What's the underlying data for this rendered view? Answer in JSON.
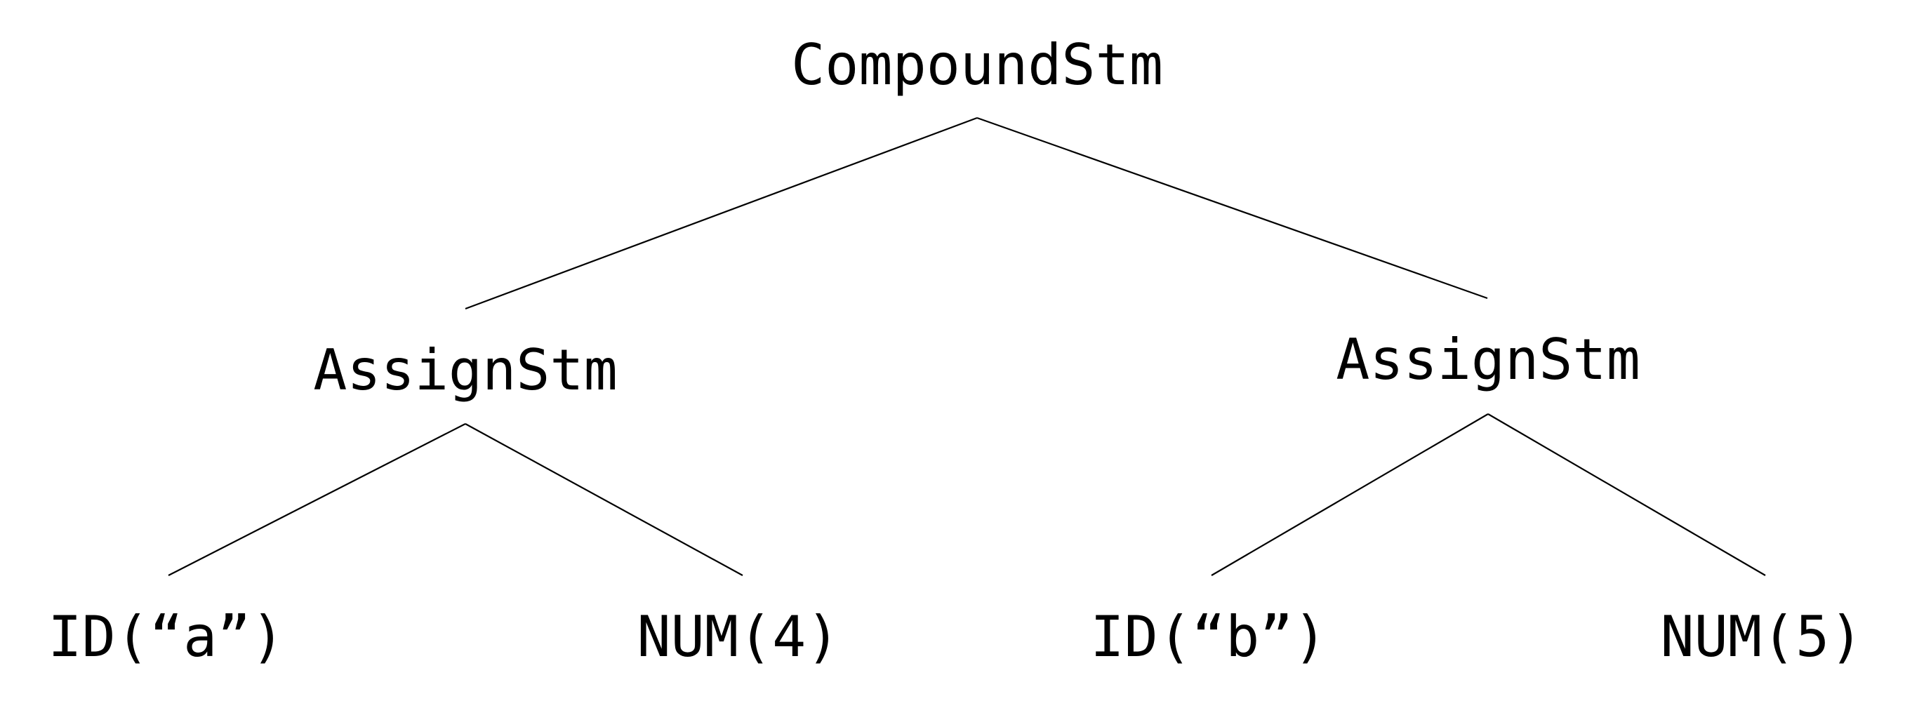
{
  "nodes": {
    "root": {
      "label": "CompoundStm"
    },
    "left": {
      "label": "AssignStm"
    },
    "right": {
      "label": "AssignStm"
    },
    "left_id": {
      "label": "ID(“a”)"
    },
    "left_num": {
      "label": "NUM(4)"
    },
    "right_id": {
      "label": "ID(“b”)"
    },
    "right_num": {
      "label": "NUM(5)"
    }
  },
  "edges": [
    {
      "from": "root",
      "to": "left"
    },
    {
      "from": "root",
      "to": "right"
    },
    {
      "from": "left",
      "to": "left_id"
    },
    {
      "from": "left",
      "to": "left_num"
    },
    {
      "from": "right",
      "to": "right_id"
    },
    {
      "from": "right",
      "to": "right_num"
    }
  ],
  "colors": {
    "text": "#000000",
    "line": "#000000",
    "background": "#ffffff"
  }
}
